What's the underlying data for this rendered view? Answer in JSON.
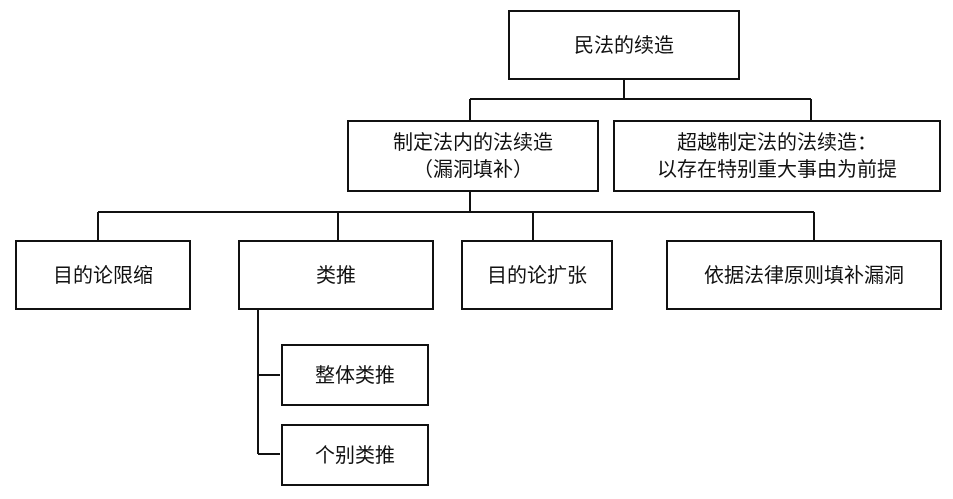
{
  "diagram": {
    "root": {
      "label": "民法的续造"
    },
    "level1": {
      "left": {
        "line1": "制定法内的法续造",
        "line2": "（漏洞填补）"
      },
      "right": {
        "line1": "超越制定法的法续造：",
        "line2": "以存在特别重大事由为前提"
      }
    },
    "level2": {
      "items": [
        {
          "label": "目的论限缩"
        },
        {
          "label": "类推"
        },
        {
          "label": "目的论扩张"
        },
        {
          "label": "依据法律原则填补漏洞"
        }
      ]
    },
    "analogy_children": {
      "items": [
        {
          "label": "整体类推"
        },
        {
          "label": "个别类推"
        }
      ]
    }
  }
}
